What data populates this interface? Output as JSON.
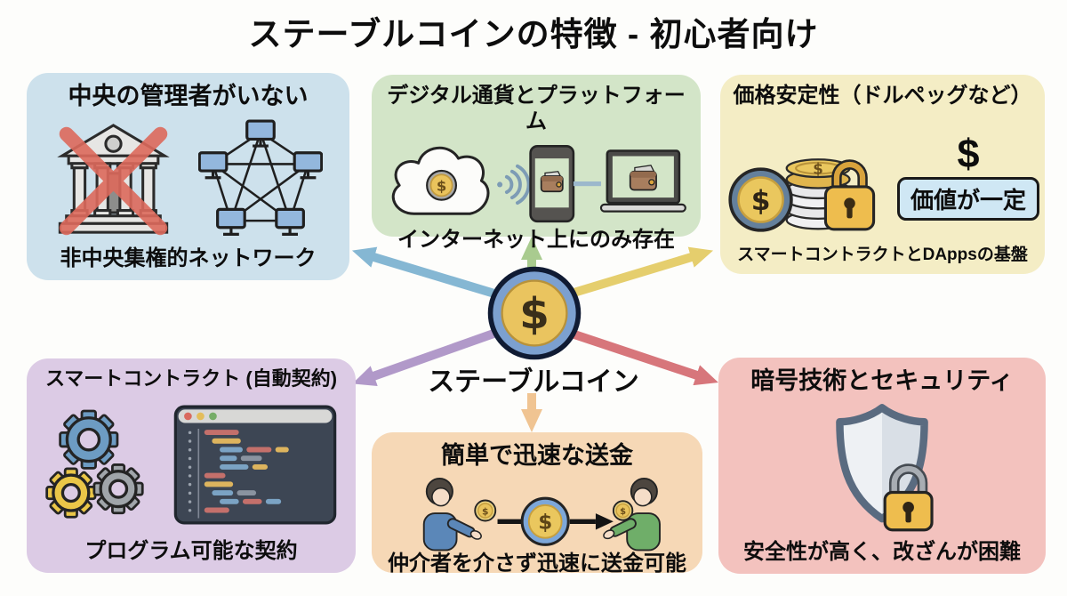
{
  "title": "ステーブルコインの特徴 - 初心者向け",
  "coin_symbol": "$",
  "center_label": "ステーブルコイン",
  "boxes": [
    {
      "title": "中央の管理者がいない",
      "caption": "非中央集権的ネットワーク",
      "bg": "#cde1ec",
      "arrow_color": "#85b7d3"
    },
    {
      "title": "デジタル通貨とプラットフォーム",
      "caption": "インターネット上にのみ存在",
      "bg": "#d3e5c8",
      "arrow_color": "#a9cb8f"
    },
    {
      "title": "価格安定性（ドルペッグなど）",
      "caption": "スマートコントラクトとDAppsの基盤",
      "bg": "#f4edc5",
      "arrow_color": "#e5ce6d",
      "dollar_symbol": "$",
      "badge": "価値が一定"
    },
    {
      "title": "スマートコントラクト (自動契約)",
      "caption": "プログラム可能な契約",
      "bg": "#dccbe5",
      "arrow_color": "#b199c9"
    },
    {
      "title": "簡単で迅速な送金",
      "caption": "仲介者を介さず迅速に送金可能",
      "bg": "#f6d8b6",
      "arrow_color": "#f0c492"
    },
    {
      "title": "暗号技術とセキュリティ",
      "caption": "安全性が高く、改ざんが困難",
      "bg": "#f3c2be",
      "arrow_color": "#d7767b"
    }
  ]
}
